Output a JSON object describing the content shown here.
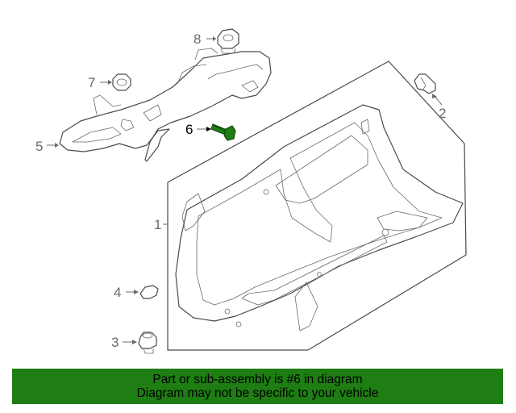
{
  "diagram": {
    "callouts": [
      "1",
      "2",
      "3",
      "4",
      "5",
      "6",
      "7",
      "8"
    ],
    "highlight_color": "#1e7d13",
    "line_color": "#4a4a4a"
  },
  "banner": {
    "line1": "Part or sub-assembly is #6 in diagram",
    "line2": "Diagram may not be specific to your vehicle",
    "background": "#1e7d13"
  }
}
